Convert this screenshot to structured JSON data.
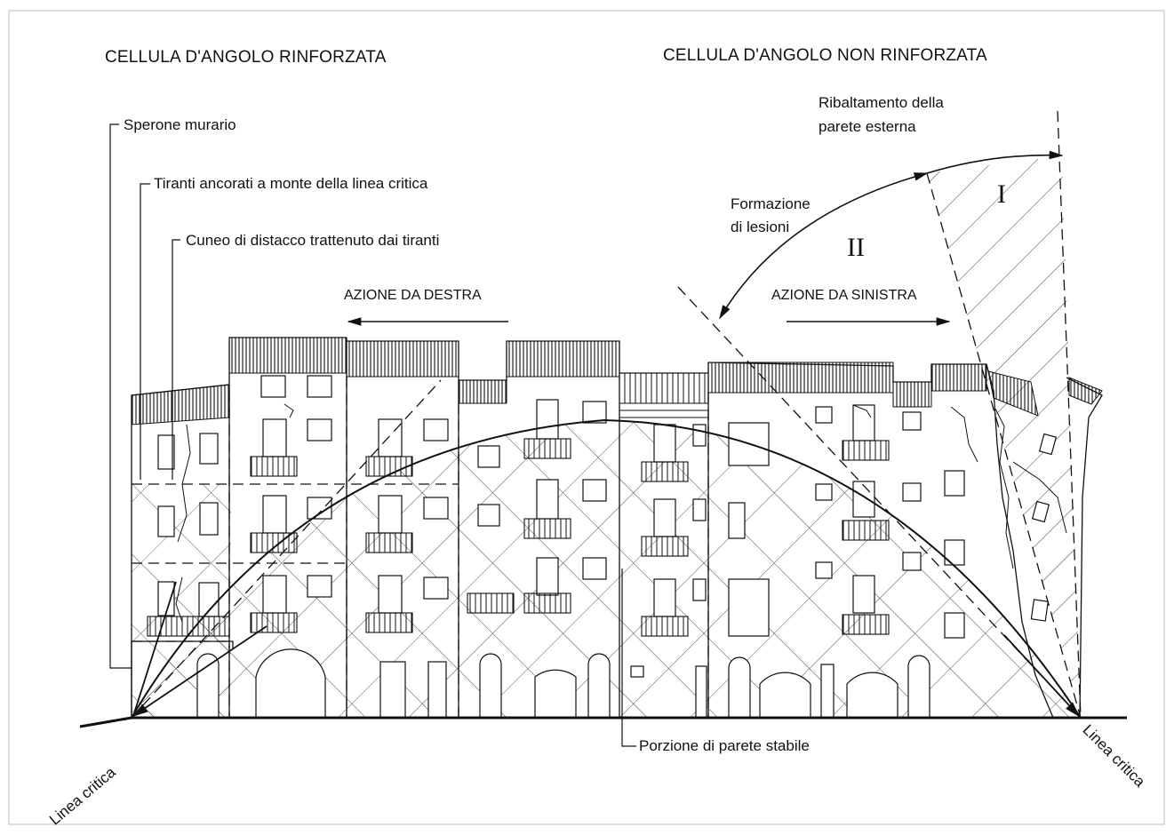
{
  "titles": {
    "left": "CELLULA D'ANGOLO RINFORZATA",
    "right": "CELLULA D'ANGOLO NON RINFORZATA"
  },
  "callouts": {
    "sperone": "Sperone murario",
    "tiranti": "Tiranti ancorati a monte della linea critica",
    "cuneo": "Cuneo di distacco trattenuto dai tiranti",
    "ribaltamento_1": "Ribaltamento della",
    "ribaltamento_2": "parete esterna",
    "formazione_1": "Formazione",
    "formazione_2": "di lesioni",
    "porzione": "Porzione di parete stabile"
  },
  "actions": {
    "destra": "AZIONE DA DESTRA",
    "sinistra": "AZIONE DA SINISTRA"
  },
  "zones": {
    "one": "I",
    "two": "II"
  },
  "critical_line": {
    "left": "Linea critica",
    "right": "Linea critica"
  },
  "colors": {
    "ink": "#111111",
    "hatch": "#333333",
    "background": "#ffffff"
  }
}
